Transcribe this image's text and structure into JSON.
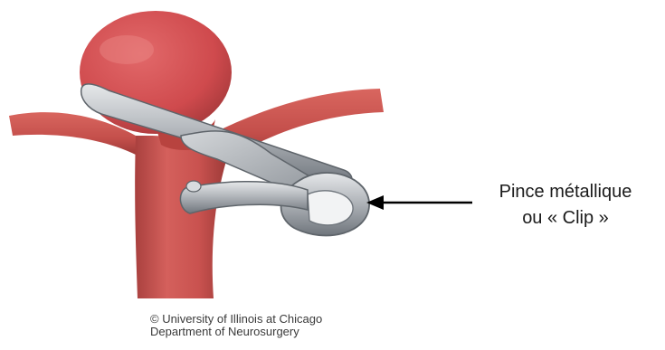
{
  "callout": {
    "line1": "Pince métallique",
    "line2": "ou « Clip »"
  },
  "credit": {
    "line1": "© University of Illinois at Chicago",
    "line2": "Department of Neurosurgery"
  },
  "colors": {
    "artery": "#c9524f",
    "artery_dark": "#9e3b39",
    "aneurysm": "#d24e50",
    "clip": "#a9adb2",
    "clip_dark": "#6f757c",
    "arrow": "#000000"
  }
}
